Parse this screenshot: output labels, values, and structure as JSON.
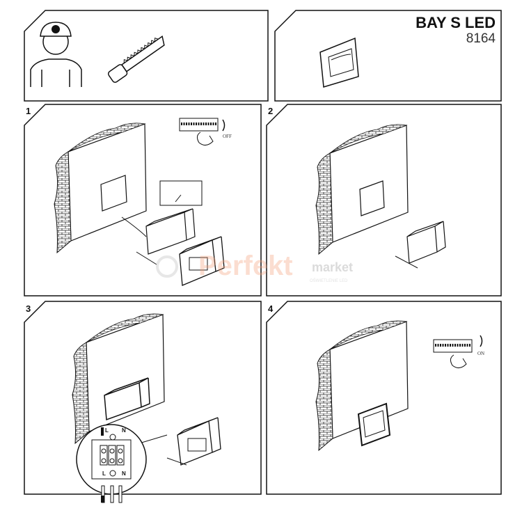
{
  "header": {
    "title": "BAY S LED",
    "code": "8164"
  },
  "steps": [
    {
      "number": "1",
      "switch_state": "OFF"
    },
    {
      "number": "2"
    },
    {
      "number": "3",
      "terminal_labels": {
        "live": "L",
        "neutral": "N"
      }
    },
    {
      "number": "4",
      "switch_state": "ON"
    }
  ],
  "icons": [
    "electrician-helmet-icon",
    "saw-icon",
    "lamp-fixture-icon"
  ],
  "watermark": {
    "brand": "Perfekt market",
    "tagline": "OŚWIETLENIE LED",
    "color": "#f4a07a"
  }
}
